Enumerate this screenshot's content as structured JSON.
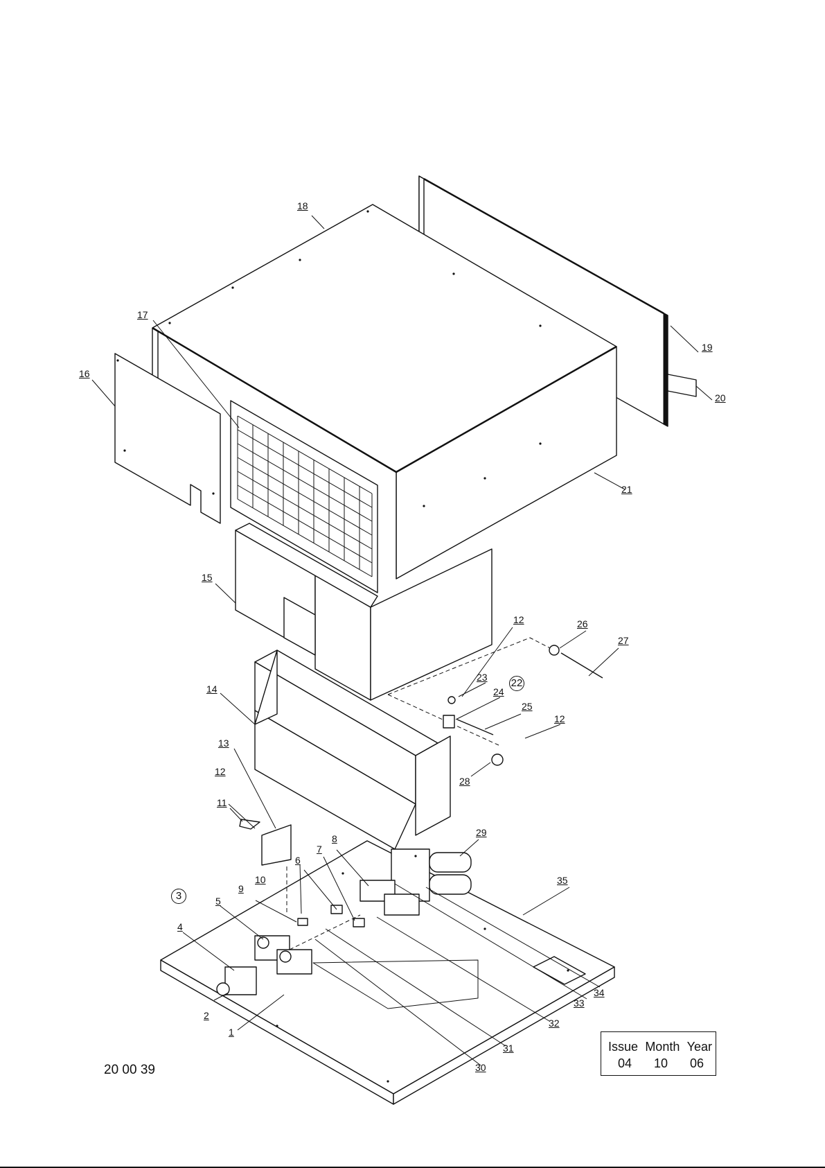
{
  "callouts": {
    "c1": "1",
    "c2": "2",
    "c3": "3",
    "c4": "4",
    "c5": "5",
    "c6": "6",
    "c7": "7",
    "c8": "8",
    "c9": "9",
    "c10": "10",
    "c11": "11",
    "c12a": "12",
    "c12b": "12",
    "c12c": "12",
    "c13": "13",
    "c14": "14",
    "c15": "15",
    "c16": "16",
    "c17": "17",
    "c18": "18",
    "c19": "19",
    "c20": "20",
    "c21": "21",
    "c22": "22",
    "c23": "23",
    "c24": "24",
    "c25": "25",
    "c26": "26",
    "c27": "27",
    "c28": "28",
    "c29": "29",
    "c30": "30",
    "c31": "31",
    "c32": "32",
    "c33": "33",
    "c34": "34",
    "c35": "35"
  },
  "drawing_number": "20 00 39",
  "issue": {
    "issue_label": "Issue",
    "month_label": "Month",
    "year_label": "Year",
    "issue_value": "04",
    "month_value": "10",
    "year_value": "06"
  }
}
